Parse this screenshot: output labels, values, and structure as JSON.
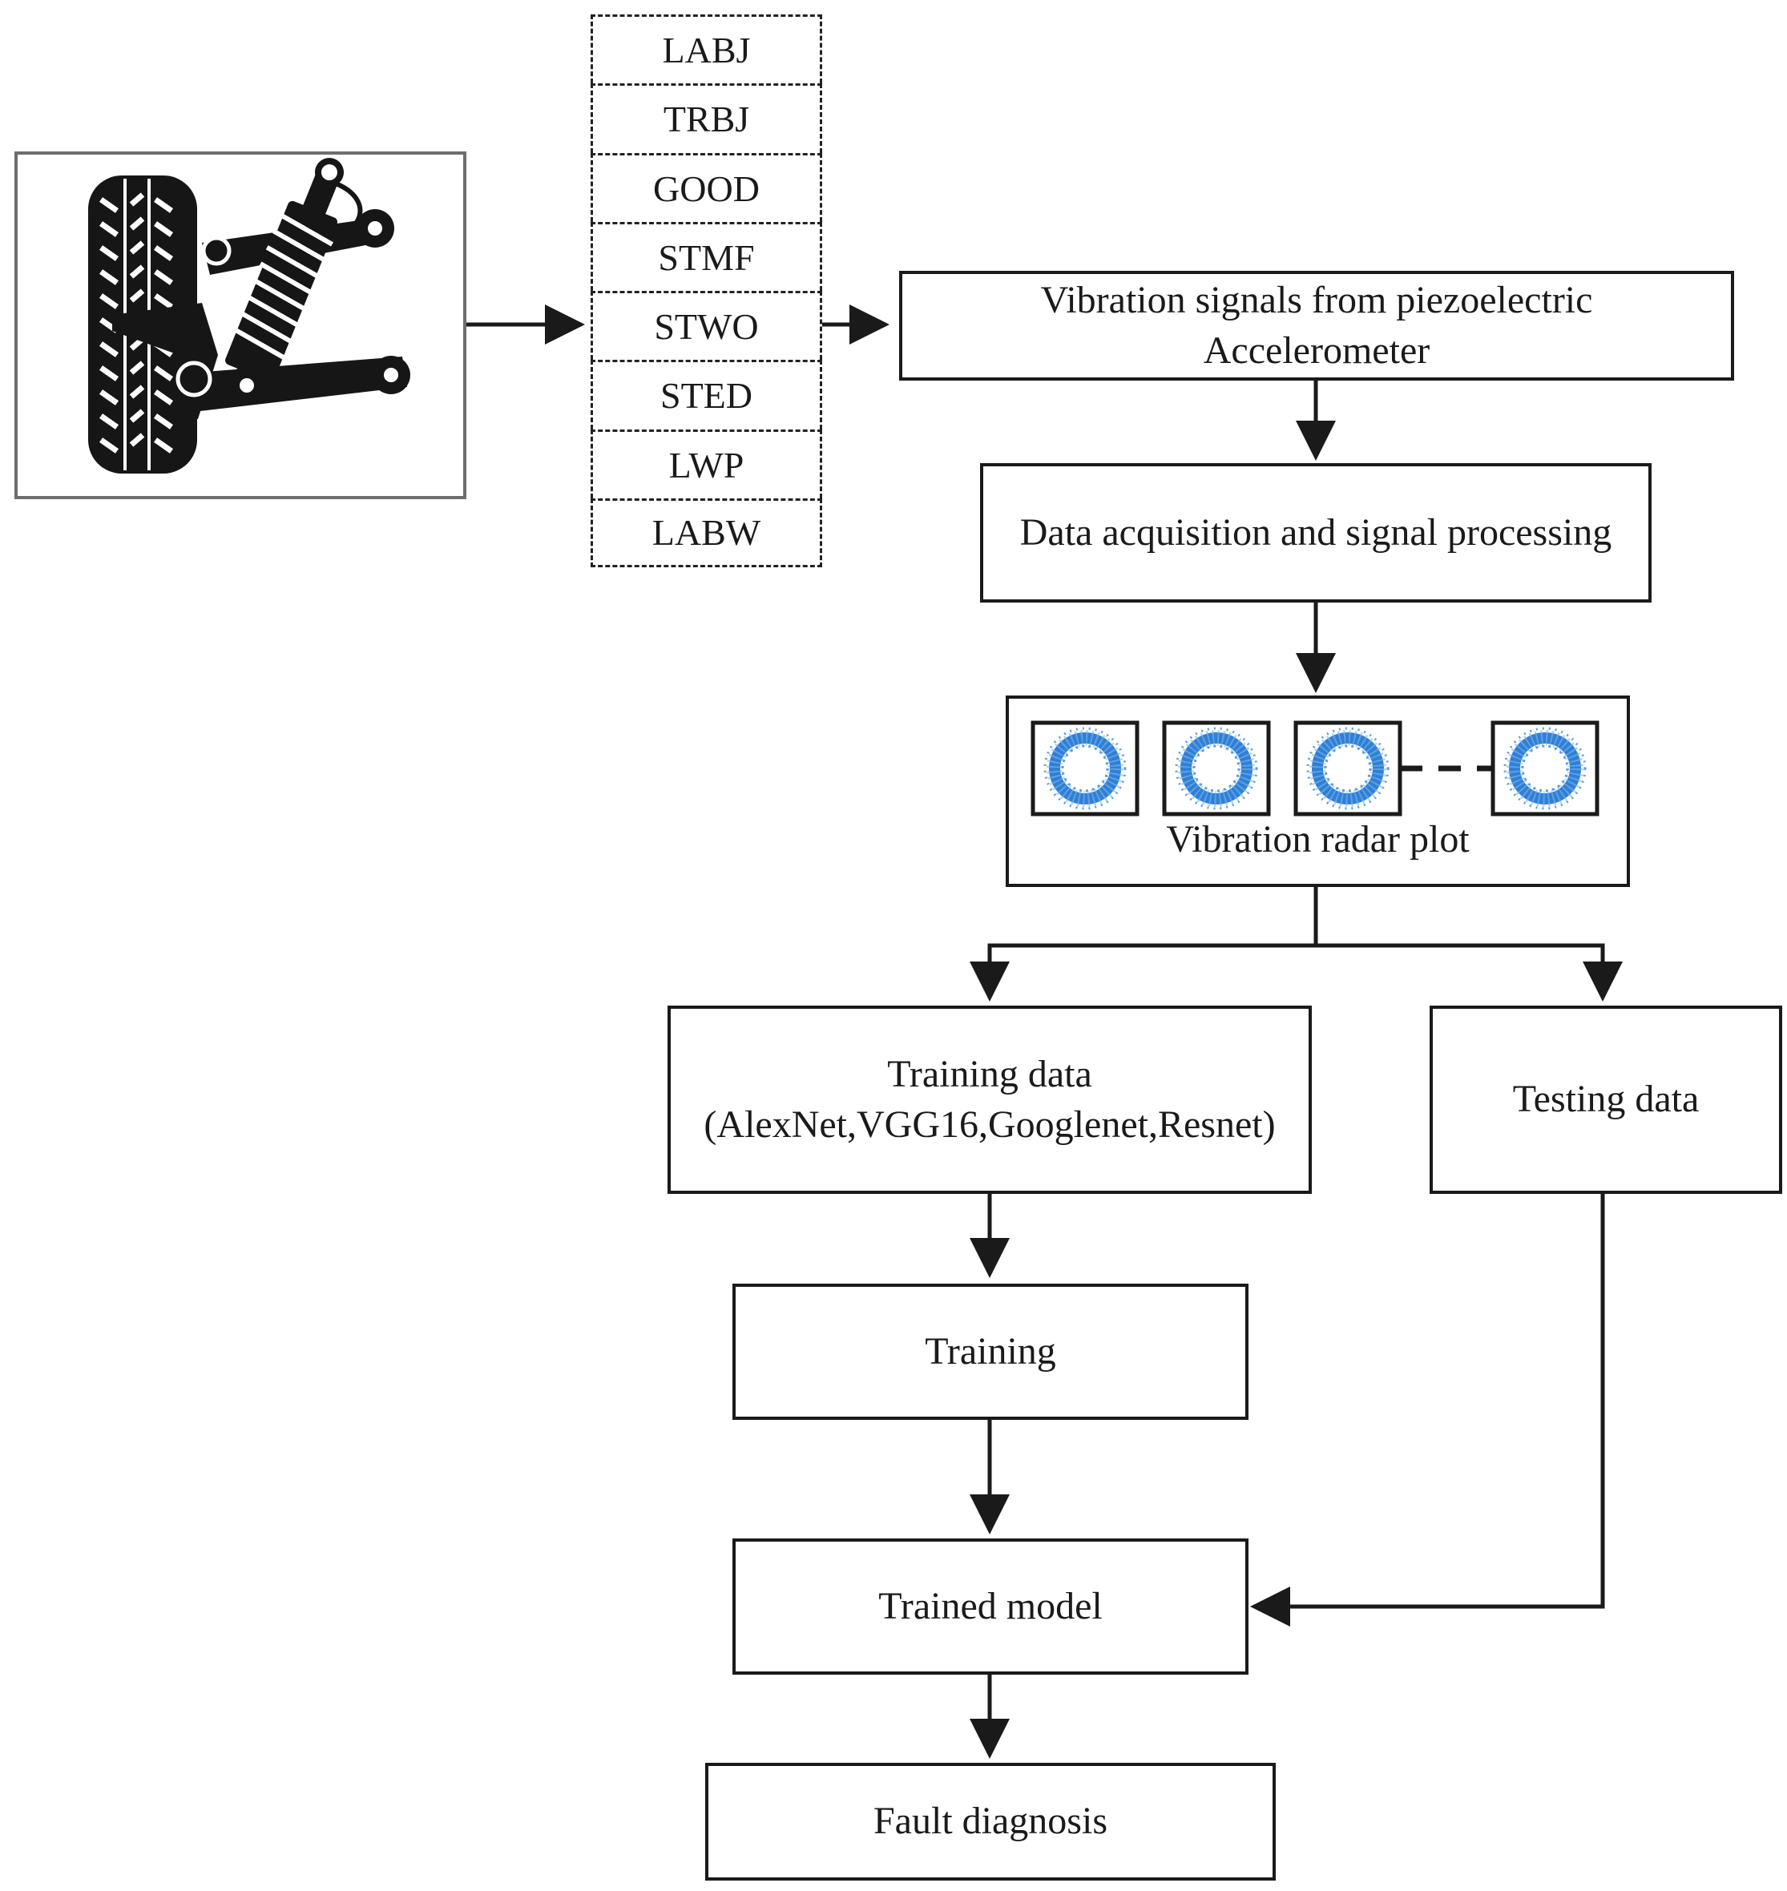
{
  "conditions": [
    "LABJ",
    "TRBJ",
    "GOOD",
    "STMF",
    "STWO",
    "STED",
    "LWP",
    "LABW"
  ],
  "boxes": {
    "vibration_signals": [
      "Vibration signals from piezoelectric",
      "Accelerometer"
    ],
    "data_acquisition": "Data acquisition and signal processing",
    "radar_plot_label": "Vibration radar plot",
    "training_data": [
      "Training data",
      "(AlexNet,VGG16,Googlenet,Resnet)"
    ],
    "testing_data": "Testing data",
    "training": "Training",
    "trained_model": "Trained model",
    "fault_diagnosis": "Fault diagnosis"
  },
  "icons": {
    "suspension": "suspension-assembly-icon",
    "radar": "radar-plot-thumbnail-icon"
  },
  "colors": {
    "radar_blue": "#2f7fd6",
    "stroke": "#1a1a1a"
  }
}
